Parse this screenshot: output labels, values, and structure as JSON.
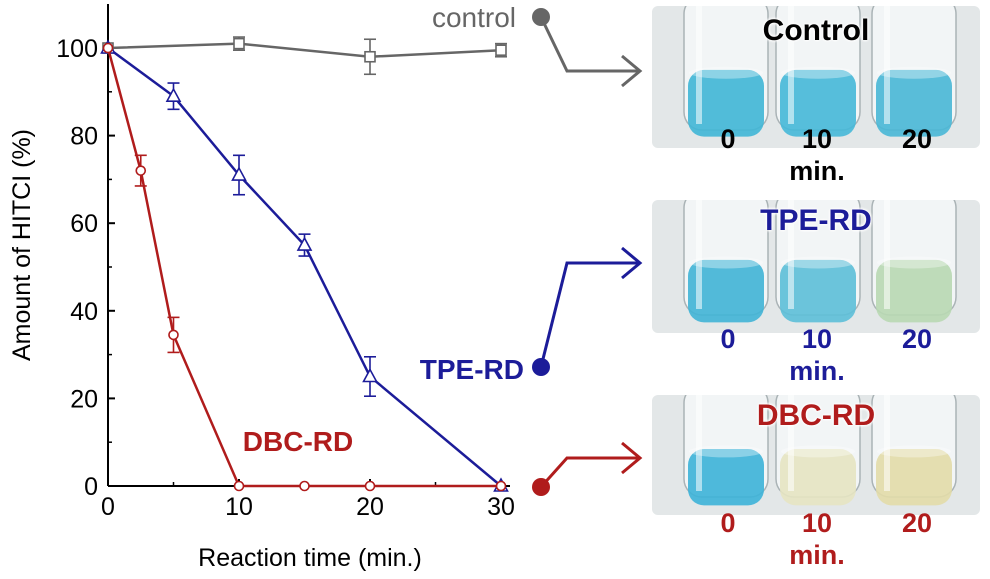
{
  "chart_data": {
    "type": "line",
    "xlabel": "Reaction time (min.)",
    "ylabel": "Amount of HITCI (%)",
    "xlim": [
      0,
      30
    ],
    "ylim": [
      0,
      110
    ],
    "xticks": [
      0,
      10,
      20,
      30
    ],
    "yticks": [
      0,
      20,
      40,
      60,
      80,
      100
    ],
    "tick_labels_x": [
      "0",
      "10",
      "20",
      "30"
    ],
    "tick_labels_y": [
      "0",
      "20",
      "40",
      "60",
      "80",
      "100"
    ],
    "grid": false,
    "series": [
      {
        "name": "control",
        "color": "#666666",
        "marker": "square",
        "x": [
          0,
          10,
          20,
          30
        ],
        "y": [
          100,
          101,
          98,
          99.5
        ],
        "err": [
          0.5,
          1.5,
          4,
          1.5
        ]
      },
      {
        "name": "TPE-RD",
        "color": "#1c1c99",
        "marker": "triangle",
        "x": [
          0,
          5,
          10,
          15,
          20,
          30
        ],
        "y": [
          100,
          89,
          71,
          55,
          25,
          0
        ],
        "err": [
          0.5,
          3,
          4.5,
          2.5,
          4.5,
          0.5
        ]
      },
      {
        "name": "DBC-RD",
        "color": "#b01c1c",
        "marker": "circle",
        "x": [
          0,
          2.5,
          5,
          10,
          15,
          20,
          30
        ],
        "y": [
          100,
          72,
          34.5,
          0,
          0,
          0,
          0
        ],
        "err": [
          0.5,
          3.5,
          4,
          0,
          0,
          0,
          0
        ]
      }
    ]
  },
  "photos": {
    "control": {
      "title": "Control",
      "title_color": "#000000",
      "times": [
        "0",
        "10",
        "20"
      ],
      "unit": "min.",
      "label_color": "#000000",
      "liquid_colors": [
        "#3fb6d6",
        "#45b8d8",
        "#48b7d6"
      ]
    },
    "tpe": {
      "title": "TPE-RD",
      "title_color": "#1c1c99",
      "times": [
        "0",
        "10",
        "20"
      ],
      "unit": "min.",
      "label_color": "#1c1c99",
      "liquid_colors": [
        "#40b4d6",
        "#5cbfd8",
        "#b8d8b2"
      ]
    },
    "dbc": {
      "title": "DBC-RD",
      "title_color": "#b01c1c",
      "times": [
        "0",
        "10",
        "20"
      ],
      "unit": "min.",
      "label_color": "#b01c1c",
      "liquid_colors": [
        "#3cb2d8",
        "#e6e4c2",
        "#e2dca8"
      ]
    }
  }
}
